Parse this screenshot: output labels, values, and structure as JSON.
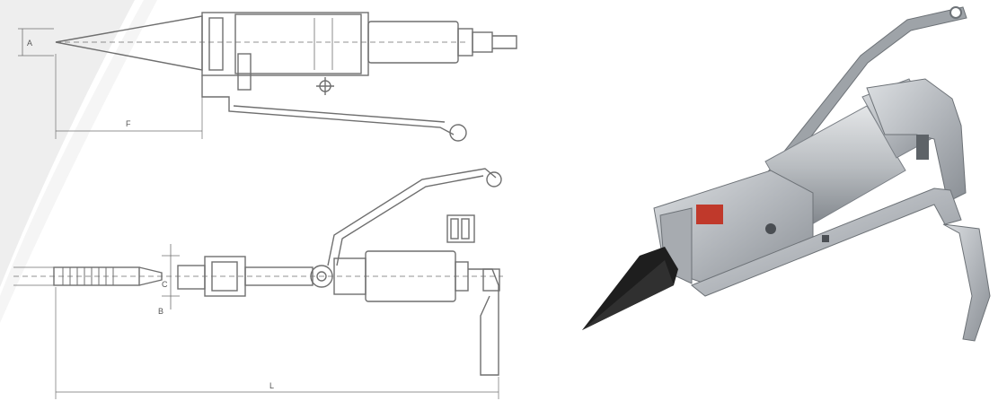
{
  "views": [
    {
      "name": "top-view-drawing",
      "dimension_labels": [
        "A",
        "F"
      ]
    },
    {
      "name": "side-view-drawing",
      "dimension_labels": [
        "B",
        "C",
        "L"
      ]
    }
  ],
  "photo": {
    "name": "hydraulic-wedge-spreader-photo",
    "badge_color": "#c0392b"
  },
  "colors": {
    "line": "#6f6f6f",
    "metal": "#b9bcc0",
    "tip": "#1e1e1e",
    "swoosh": "#eeeeee"
  }
}
